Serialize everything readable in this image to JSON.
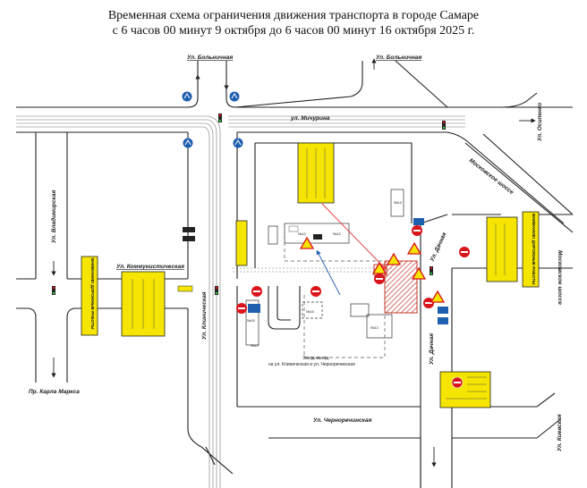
{
  "title": {
    "line1": "Временная схема ограничения движения транспорта в городе Самаре",
    "line2": "с 6 часов 00 минут 9 октября до 6 часов 00 минут 16 октября 2025 г."
  },
  "streets": {
    "bolnichnaya_left": "Ул. Больничная",
    "bolnichnaya_right": "Ул. Больничная",
    "michurina": "ул. Мичурина",
    "osipenko": "Ул. Осипенко",
    "moskovskoe_upper": "Московское шоссе",
    "moskovskoe_right": "Московское шоссе",
    "vladimirskaya": "Ул. Владимирская",
    "kommunisticheskaya": "Ул. Коммунистическая",
    "klinicheskaya": "Ул. Клиническая",
    "dachnaya_upper": "Ул. Дачная",
    "dachnaya_lower": "Ул. Дачная",
    "chernorechenskaya": "Ул. Черноречинская",
    "karla_marksa": "Пр. Карла Маркса",
    "kievskaya": "Ул. Киевская"
  },
  "notes": {
    "entry_exit_line1": "Заезд-выезд",
    "entry_exit_line2": "на ул. Клиническая и ул. Черноречинская"
  },
  "work_signs": {
    "left": "ВНИМАНИЕ! ДОРОЖНЫЕ РАБОТЫ",
    "right": "ВНИМАНИЕ! ДОРОЖНЫЕ РАБОТЫ"
  },
  "colors": {
    "road": "#222222",
    "sign_yellow": "#f5e500",
    "sign_red": "#d9141b",
    "sign_blue": "#1f5fb0",
    "closure_red": "#e53935",
    "construction": "#c0392b"
  }
}
